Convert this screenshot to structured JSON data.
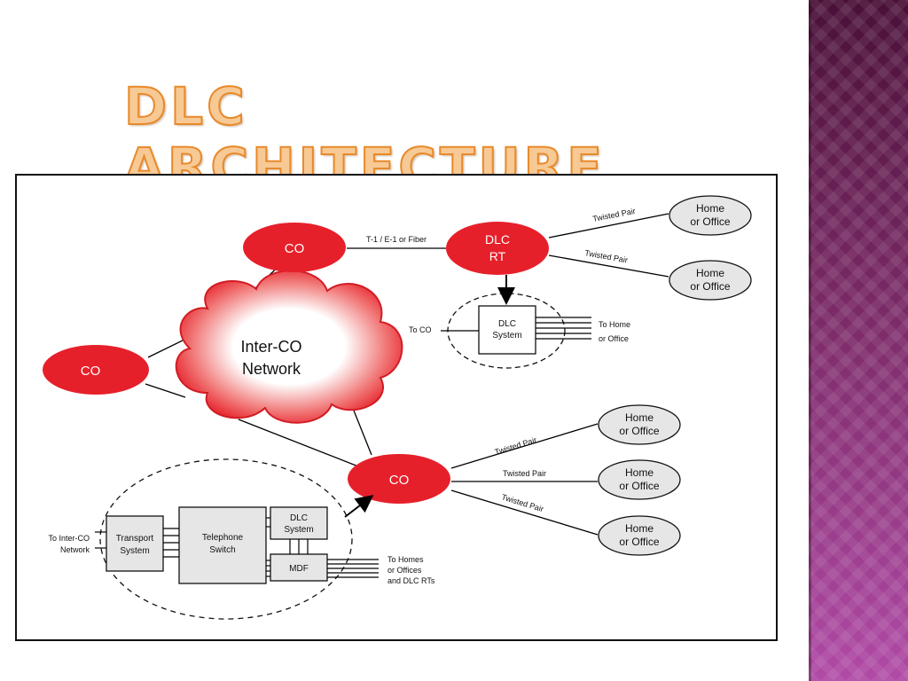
{
  "slide": {
    "title": "DLC ARCHITECTURE"
  },
  "colors": {
    "co_fill": "#e6202a",
    "title_fill": "#f7c995",
    "title_stroke": "#e88a2a",
    "node_fill": "#e6e6e6",
    "sidebar": "#7a2a66"
  },
  "diagram": {
    "co_top": "CO",
    "co_left": "CO",
    "co_bottom": "CO",
    "cloud_line1": "Inter-CO",
    "cloud_line2": "Network",
    "dlc_rt_line1": "DLC",
    "dlc_rt_line2": "RT",
    "link_co_rt": "T-1 / E-1 or Fiber",
    "twisted_pair_1": "Twisted Pair",
    "twisted_pair_2": "Twisted Pair",
    "twisted_pair_3": "Twisted Pair",
    "twisted_pair_4": "Twisted Pair",
    "twisted_pair_5": "Twisted Pair",
    "home_line1": "Home",
    "home_line2": "or Office",
    "dlc_system_line1": "DLC",
    "dlc_system_line2": "System",
    "to_co": "To CO",
    "to_home_line1": "To Home",
    "to_home_line2": "or Office",
    "transport_line1": "Transport",
    "transport_line2": "System",
    "telephone_line1": "Telephone",
    "telephone_line2": "Switch",
    "mdf": "MDF",
    "to_interco_line1": "To Inter-CO",
    "to_interco_line2": "Network",
    "to_homes_line1": "To Homes",
    "to_homes_line2": "or Offices",
    "to_homes_line3": "and DLC RTs"
  }
}
